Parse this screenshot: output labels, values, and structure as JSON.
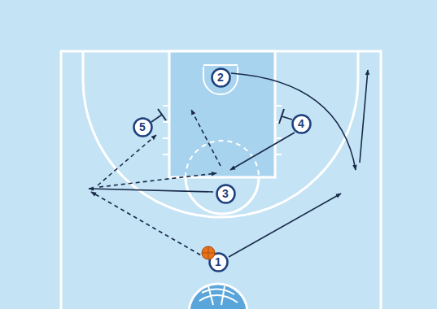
{
  "diagram": {
    "nodes": [
      {
        "text": [
          "2"
        ]
      },
      {
        "text": [
          "5"
        ]
      },
      {
        "text": [
          "4"
        ]
      },
      {
        "text": [
          "3"
        ]
      },
      {
        "text": [
          "1"
        ]
      }
    ]
  }
}
